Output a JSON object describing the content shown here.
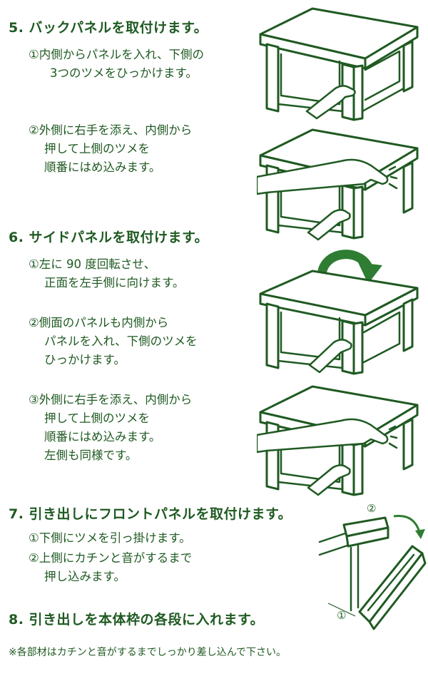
{
  "colors": {
    "ink": "#1f5a22",
    "background": "#ffffff"
  },
  "step5": {
    "title": "5. バックパネルを取付けます。",
    "sub1_line1": "①内側からパネルを入れ、下側の",
    "sub1_line2": "3つのツメをひっかけます。",
    "sub2_line1": "②外側に右手を添え、内側から",
    "sub2_line2": "押して上側のツメを",
    "sub2_line3": "順番にはめ込みます。"
  },
  "step6": {
    "title": "6. サイドパネルを取付けます。",
    "sub1_line1": "①左に 90 度回転させ、",
    "sub1_line2": "正面を左手側に向けます。",
    "sub2_line1": "②側面のパネルも内側から",
    "sub2_line2": "パネルを入れ、下側のツメを",
    "sub2_line3": "ひっかけます。",
    "sub3_line1": "③外側に右手を添え、内側から",
    "sub3_line2": "押して上側のツメを",
    "sub3_line3": "順番にはめ込みます。",
    "sub3_line4": "左側も同様です。"
  },
  "step7": {
    "title": "7. 引き出しにフロントパネルを取付けます。",
    "sub1": "①下側にツメを引っ掛けます。",
    "sub2_line1": "②上側にカチンと音がするまで",
    "sub2_line2": "押し込みます。",
    "label_top": "②",
    "label_bottom": "①"
  },
  "step8": {
    "title": "8. 引き出しを本体枠の各段に入れます。"
  },
  "footnote": "※各部材はカチンと音がするまでしっかり差し込んで下さい。",
  "icons": [
    "box-frame-icon",
    "hand-icon",
    "rotate-arrow-icon",
    "drawer-panel-icon",
    "curved-arrow-icon"
  ]
}
